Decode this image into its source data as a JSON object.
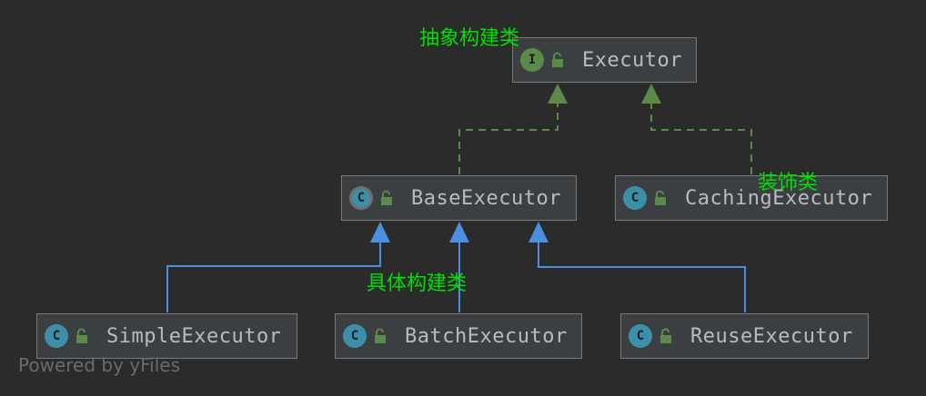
{
  "diagram": {
    "nodes": {
      "executor": {
        "label": "Executor",
        "kind": "interface",
        "badge": "I"
      },
      "base_executor": {
        "label": "BaseExecutor",
        "kind": "abstract-class",
        "badge": "C"
      },
      "caching_executor": {
        "label": "CachingExecutor",
        "kind": "class",
        "badge": "C"
      },
      "simple_executor": {
        "label": "SimpleExecutor",
        "kind": "class",
        "badge": "C"
      },
      "batch_executor": {
        "label": "BatchExecutor",
        "kind": "class",
        "badge": "C"
      },
      "reuse_executor": {
        "label": "ReuseExecutor",
        "kind": "class",
        "badge": "C"
      }
    },
    "edges": [
      {
        "from": "BaseExecutor",
        "to": "Executor",
        "relation": "implements",
        "style": "dashed"
      },
      {
        "from": "CachingExecutor",
        "to": "Executor",
        "relation": "implements",
        "style": "dashed"
      },
      {
        "from": "SimpleExecutor",
        "to": "BaseExecutor",
        "relation": "extends",
        "style": "solid"
      },
      {
        "from": "BatchExecutor",
        "to": "BaseExecutor",
        "relation": "extends",
        "style": "solid"
      },
      {
        "from": "ReuseExecutor",
        "to": "BaseExecutor",
        "relation": "extends",
        "style": "solid"
      }
    ],
    "annotations": {
      "abstract_builder": "抽象构建类",
      "decorator": "装饰类",
      "concrete_builder": "具体构建类"
    },
    "watermark": "Powered by yFiles",
    "colors": {
      "background": "#2b2b2b",
      "node_fill": "#3c3f41",
      "node_border": "#7a7a7a",
      "text": "#bbbbbb",
      "annotation": "#00e000",
      "implements_edge": "#5b8a4a",
      "extends_edge": "#4c8fe0",
      "interface_badge": "#5b8a4a",
      "class_badge": "#3b8fa8"
    },
    "icons": {
      "interface": "interface-icon",
      "class": "class-icon",
      "abstract_class": "abstract-class-icon",
      "visibility": "unlocked-icon"
    }
  }
}
